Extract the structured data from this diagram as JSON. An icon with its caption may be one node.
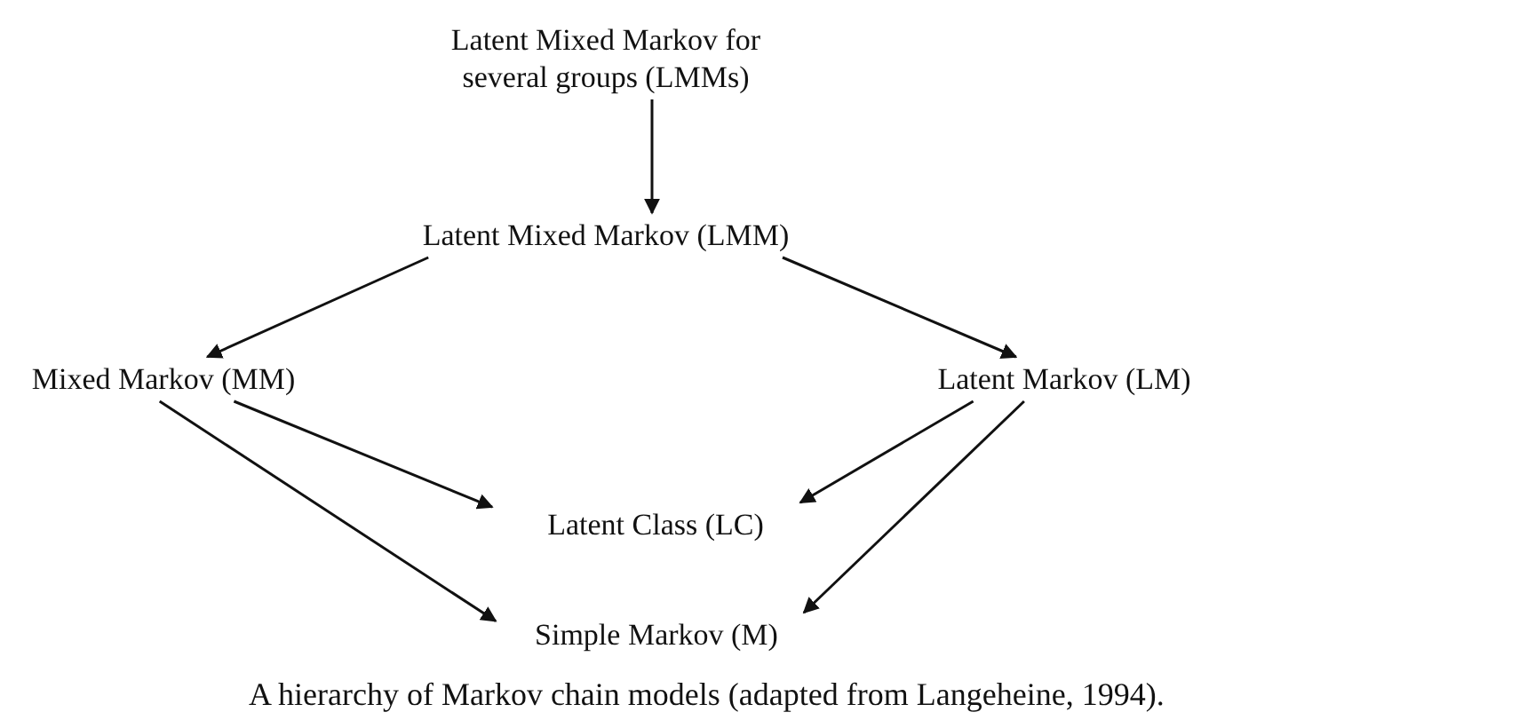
{
  "diagram": {
    "caption": "A hierarchy of Markov chain models (adapted from Langeheine, 1994).",
    "nodes": [
      {
        "text": [
          "Latent Mixed Markov for several groups (LMMs)"
        ]
      },
      {
        "text": [
          "Latent Mixed Markov (LMM)"
        ]
      },
      {
        "text": [
          "Mixed Markov (MM)"
        ]
      },
      {
        "text": [
          "Latent Markov (LM)"
        ]
      },
      {
        "text": [
          "Latent Class (LC)"
        ]
      },
      {
        "text": [
          "Simple Markov (M)"
        ]
      }
    ],
    "edges": [
      {
        "from": 0,
        "to": 1,
        "arrow": "to"
      },
      {
        "from": 1,
        "to": 2,
        "arrow": "to"
      },
      {
        "from": 1,
        "to": 3,
        "arrow": "to"
      },
      {
        "from": 2,
        "to": 4,
        "arrow": "to"
      },
      {
        "from": 2,
        "to": 5,
        "arrow": "to"
      },
      {
        "from": 3,
        "to": 4,
        "arrow": "to"
      },
      {
        "from": 3,
        "to": 5,
        "arrow": "to"
      }
    ]
  }
}
